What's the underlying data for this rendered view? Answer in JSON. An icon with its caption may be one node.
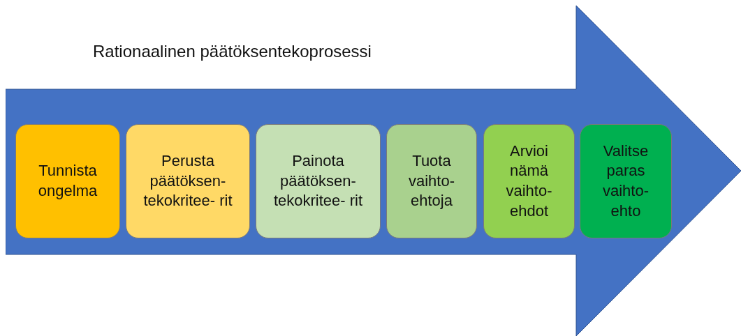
{
  "diagram": {
    "title": "Rationaalinen päätöksentekoprosessi",
    "nodes": [
      {
        "text": [],
        "shape": "arrow"
      },
      {
        "text": [
          "Tunnista ongelma"
        ],
        "in": 0
      },
      {
        "text": [
          "Perusta päätöksen- tekokritee- rit"
        ],
        "in": 0
      },
      {
        "text": [
          "Painota päätöksen- tekokritee- rit"
        ],
        "in": 0
      },
      {
        "text": [
          "Tuota vaihto- ehtoja"
        ],
        "in": 0
      },
      {
        "text": [
          "Arvioi nämä vaihto- ehdot"
        ],
        "in": 0
      },
      {
        "text": [
          "Valitse paras vaihto- ehto"
        ],
        "in": 0
      }
    ]
  }
}
